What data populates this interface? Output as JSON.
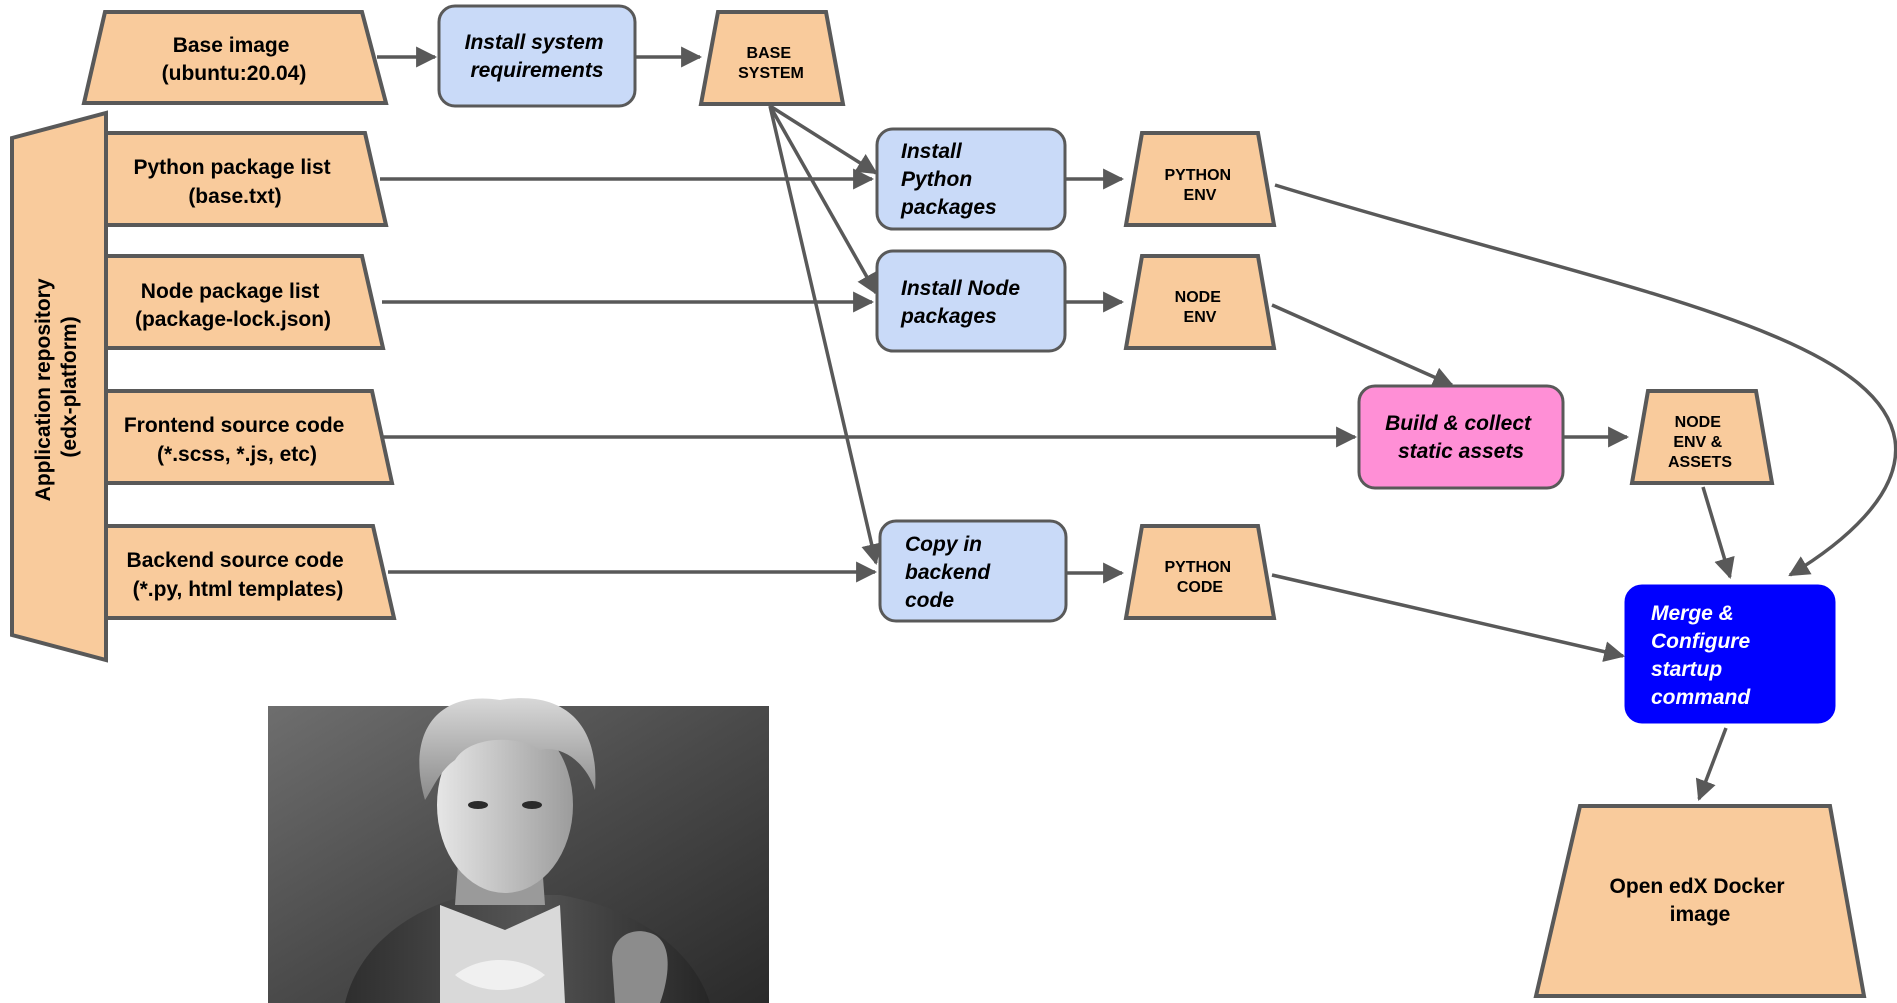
{
  "inputs": {
    "base_image": [
      "Base image",
      "(ubuntu:20.04)"
    ],
    "python_list": [
      "Python package list",
      "(base.txt)"
    ],
    "node_list": [
      "Node package list",
      "(package-lock.json)"
    ],
    "frontend_src": [
      "Frontend source code",
      "(*.scss, *.js, etc)"
    ],
    "backend_src": [
      "Backend source code",
      "(*.py, html templates)"
    ]
  },
  "repository": [
    "Application repository",
    "(edx-platform)"
  ],
  "steps": {
    "install_system": [
      "Install system",
      "requirements"
    ],
    "install_python": [
      "Install",
      "Python",
      "packages"
    ],
    "install_node": [
      "Install Node",
      "packages"
    ],
    "build_assets": [
      "Build & collect",
      "static assets"
    ],
    "copy_backend": [
      "Copy in",
      "backend",
      "code"
    ],
    "merge_configure": [
      "Merge &",
      "Configure",
      "startup",
      "command"
    ]
  },
  "outputs": {
    "base_system": [
      "BASE",
      "SYSTEM"
    ],
    "python_env": [
      "PYTHON",
      "ENV"
    ],
    "node_env": [
      "NODE",
      "ENV"
    ],
    "node_env_assets": [
      "NODE",
      "ENV &",
      "ASSETS"
    ],
    "python_code": [
      "PYTHON",
      "CODE"
    ],
    "final_image": [
      "Open edX Docker",
      "image"
    ]
  },
  "colors": {
    "artifact_fill": "#f9cb9c",
    "step_fill": "#c9daf8",
    "build_fill": "#ff8fd6",
    "merge_fill": "#0000ff",
    "stroke": "#595959"
  },
  "photo": {
    "description_icon": "portrait-photo"
  }
}
